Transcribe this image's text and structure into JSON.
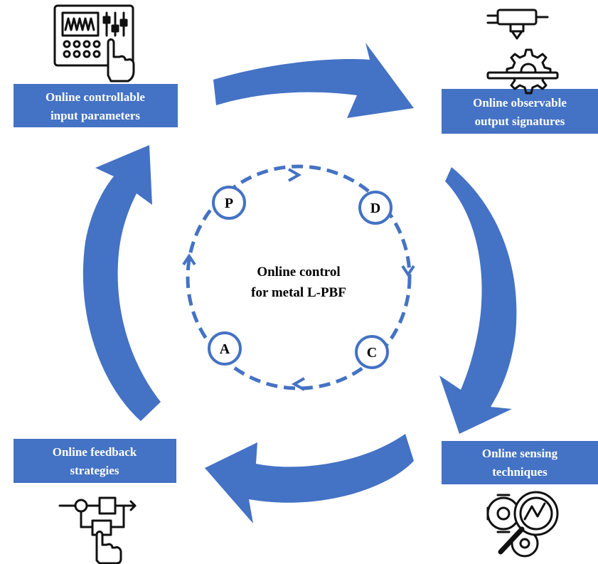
{
  "colors": {
    "primary_blue": "#4472C4",
    "label_text": "#ffffff",
    "icon_stroke": "#111111"
  },
  "boxes": {
    "input_parameters": {
      "line1": "Online controllable",
      "line2": "input parameters"
    },
    "output_signatures": {
      "line1": "Online observable",
      "line2": "output signatures"
    },
    "sensing": {
      "line1": "Online sensing",
      "line2": "techniques"
    },
    "feedback": {
      "line1": "Online feedback",
      "line2": "strategies"
    }
  },
  "center": {
    "line1": "Online control",
    "line2": "for metal L-PBF"
  },
  "cycle_nodes": {
    "p": "P",
    "d": "D",
    "c": "C",
    "a": "A"
  },
  "icons": {
    "control_panel": "control-panel-touch-icon",
    "printer": "3d-printer-gear-icon",
    "sensing": "gears-magnifier-icon",
    "feedback": "block-diagram-touch-icon"
  }
}
